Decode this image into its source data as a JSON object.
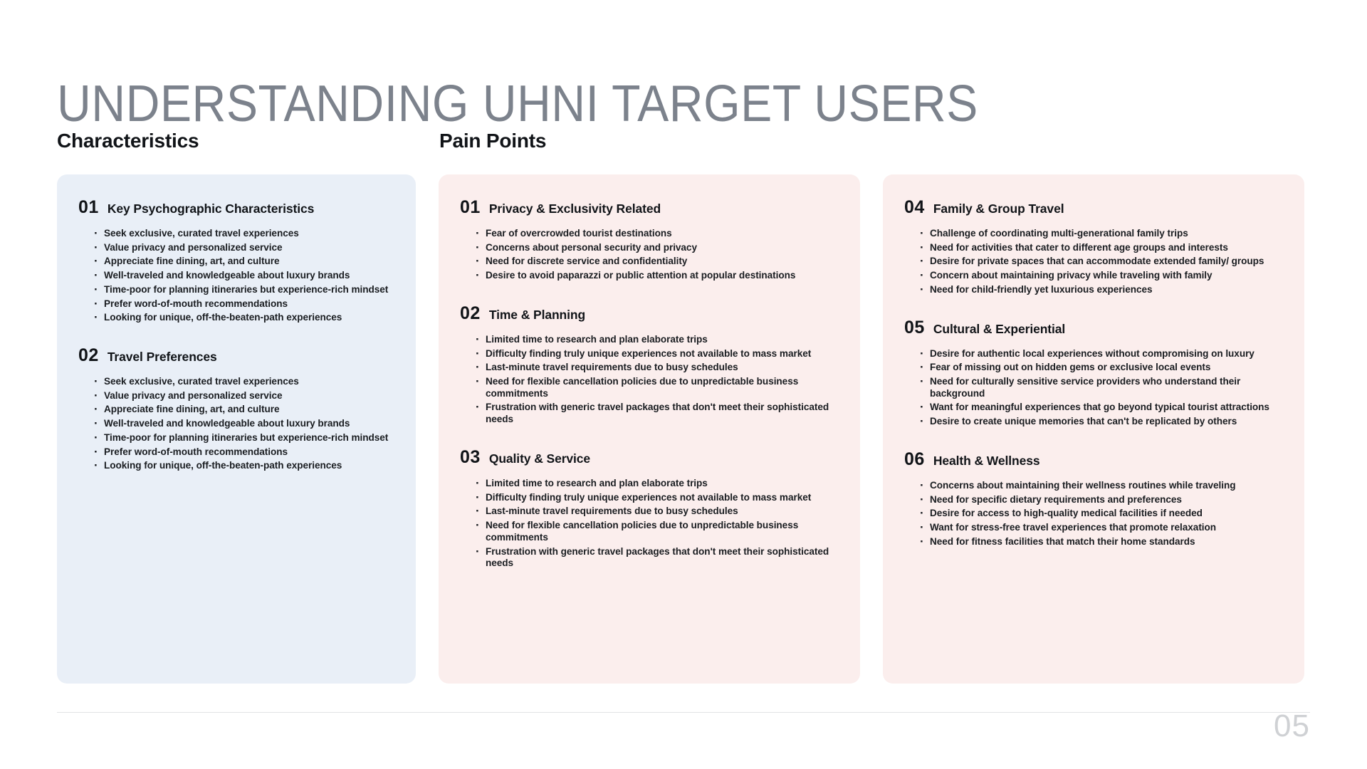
{
  "slide": {
    "title": "UNDERSTANDING UHNI TARGET USERS",
    "page_number": "05",
    "title_color": "#7c828c",
    "accent_blue_card": "#e9eff7",
    "accent_pink_card": "#fbeeed",
    "rule_color": "#e2e3e5"
  },
  "sections": {
    "characteristics_label": "Characteristics",
    "pain_points_label": "Pain Points"
  },
  "cards": [
    {
      "id": "characteristics-card",
      "theme": "blue",
      "blocks": [
        {
          "number": "01",
          "title": "Key Psychographic Characteristics",
          "bullets": [
            "Seek exclusive, curated travel experiences",
            "Value privacy and personalized service",
            "Appreciate fine dining, art, and culture",
            "Well-traveled and knowledgeable about luxury brands",
            "Time-poor for planning itineraries but experience-rich mindset",
            "Prefer word-of-mouth recommendations",
            "Looking for unique, off-the-beaten-path experiences"
          ]
        },
        {
          "number": "02",
          "title": "Travel Preferences",
          "bullets": [
            "Seek exclusive, curated travel experiences",
            "Value privacy and personalized service",
            "Appreciate fine dining, art, and culture",
            "Well-traveled and knowledgeable about luxury brands",
            "Time-poor for planning itineraries but experience-rich mindset",
            "Prefer word-of-mouth recommendations",
            "Looking for unique, off-the-beaten-path experiences"
          ]
        }
      ]
    },
    {
      "id": "pain-points-card-left",
      "theme": "pink",
      "blocks": [
        {
          "number": "01",
          "title": "Privacy & Exclusivity Related",
          "bullets": [
            "Fear of overcrowded tourist destinations",
            "Concerns about personal security and privacy",
            "Need for discrete service and confidentiality",
            "Desire to avoid paparazzi or public attention at popular destinations"
          ]
        },
        {
          "number": "02",
          "title": "Time & Planning",
          "bullets": [
            "Limited time to research and plan elaborate trips",
            "Difficulty finding truly unique experiences not available to mass market",
            "Last-minute travel requirements due to busy schedules",
            "Need for flexible cancellation policies due to unpredictable business commitments",
            "Frustration with generic travel packages that don't meet their sophisticated needs"
          ]
        },
        {
          "number": "03",
          "title": "Quality & Service",
          "bullets": [
            "Limited time to research and plan elaborate trips",
            "Difficulty finding truly unique experiences not available to mass market",
            "Last-minute travel requirements due to busy schedules",
            "Need for flexible cancellation policies due to unpredictable business commitments",
            "Frustration with generic travel packages that don't meet their sophisticated needs"
          ]
        }
      ]
    },
    {
      "id": "pain-points-card-right",
      "theme": "pink",
      "blocks": [
        {
          "number": "04",
          "title": "Family & Group Travel",
          "bullets": [
            "Challenge of coordinating multi-generational family trips",
            "Need for activities that cater to different age groups and interests",
            "Desire for private spaces that can accommodate extended family/ groups",
            "Concern about maintaining privacy while traveling with family",
            "Need for child-friendly yet luxurious experiences"
          ]
        },
        {
          "number": "05",
          "title": "Cultural & Experiential",
          "bullets": [
            "Desire for authentic local experiences without compromising on luxury",
            "Fear of missing out on hidden gems or exclusive local events",
            "Need for culturally sensitive service providers who understand their background",
            "Want for meaningful experiences that go beyond typical tourist attractions",
            "Desire to create unique memories that can't be replicated by others"
          ]
        },
        {
          "number": "06",
          "title": "Health & Wellness",
          "bullets": [
            "Concerns about maintaining their wellness routines while traveling",
            "Need for specific dietary requirements and preferences",
            "Desire for access to high-quality medical facilities if needed",
            "Want for stress-free travel experiences that promote relaxation",
            "Need for fitness facilities that match their home standards"
          ]
        }
      ]
    }
  ]
}
